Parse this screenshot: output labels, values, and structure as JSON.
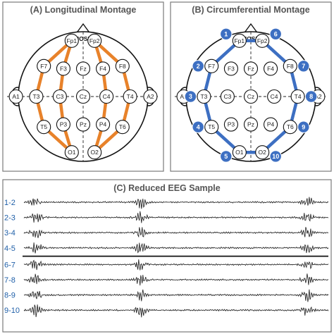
{
  "panels": {
    "a": {
      "title": "(A) Longitudinal Montage"
    },
    "b": {
      "title": "(B) Circumferential Montage"
    },
    "c": {
      "title": "(C) Reduced EEG Sample"
    }
  },
  "head": {
    "nose_label": "NOSE",
    "electrodes": [
      {
        "id": "Fp1",
        "label": "Fp1",
        "gx": -0.45,
        "gy": -2.2
      },
      {
        "id": "Fp2",
        "label": "Fp2",
        "gx": 0.45,
        "gy": -2.2
      },
      {
        "id": "F7",
        "label": "F7",
        "gx": -1.55,
        "gy": -1.2
      },
      {
        "id": "F3",
        "label": "F3",
        "gx": -0.78,
        "gy": -1.1
      },
      {
        "id": "Fz",
        "label": "Fz",
        "gx": 0,
        "gy": -1.1
      },
      {
        "id": "F4",
        "label": "F4",
        "gx": 0.78,
        "gy": -1.1
      },
      {
        "id": "F8",
        "label": "F8",
        "gx": 1.55,
        "gy": -1.2
      },
      {
        "id": "A1",
        "label": "A1",
        "gx": -2.65,
        "gy": 0
      },
      {
        "id": "T3",
        "label": "T3",
        "gx": -1.85,
        "gy": 0
      },
      {
        "id": "C3",
        "label": "C3",
        "gx": -0.92,
        "gy": 0
      },
      {
        "id": "Cz",
        "label": "Cz",
        "gx": 0,
        "gy": 0
      },
      {
        "id": "C4",
        "label": "C4",
        "gx": 0.92,
        "gy": 0
      },
      {
        "id": "T4",
        "label": "T4",
        "gx": 1.85,
        "gy": 0
      },
      {
        "id": "A2",
        "label": "A2",
        "gx": 2.65,
        "gy": 0
      },
      {
        "id": "T5",
        "label": "T5",
        "gx": -1.55,
        "gy": 1.2
      },
      {
        "id": "P3",
        "label": "P3",
        "gx": -0.78,
        "gy": 1.1
      },
      {
        "id": "Pz",
        "label": "Pz",
        "gx": 0,
        "gy": 1.1
      },
      {
        "id": "P4",
        "label": "P4",
        "gx": 0.78,
        "gy": 1.1
      },
      {
        "id": "T6",
        "label": "T6",
        "gx": 1.55,
        "gy": 1.2
      },
      {
        "id": "O1",
        "label": "O1",
        "gx": -0.45,
        "gy": 2.2
      },
      {
        "id": "O2",
        "label": "O2",
        "gx": 0.45,
        "gy": 2.2
      }
    ]
  },
  "longitudinal_chains": [
    [
      "Fp1",
      "F7",
      "T3",
      "T5",
      "O1"
    ],
    [
      "Fp1",
      "F3",
      "C3",
      "P3",
      "O1"
    ],
    [
      "Fp2",
      "F4",
      "C4",
      "P4",
      "O2"
    ],
    [
      "Fp2",
      "F8",
      "T4",
      "T6",
      "O2"
    ]
  ],
  "circumferential": {
    "path": [
      "Fp1",
      "F7",
      "T3",
      "T5",
      "O1",
      "O2",
      "T6",
      "T4",
      "F8",
      "Fp2",
      "Fp1"
    ],
    "badges": [
      {
        "label": "1",
        "electrode": "Fp1",
        "dx": -1,
        "dy": -0.5
      },
      {
        "label": "2",
        "electrode": "F7",
        "dx": -1,
        "dy": 0
      },
      {
        "label": "3",
        "electrode": "T3",
        "dx": -1,
        "dy": 0
      },
      {
        "label": "4",
        "electrode": "T5",
        "dx": -1,
        "dy": 0
      },
      {
        "label": "5",
        "electrode": "O1",
        "dx": -1,
        "dy": 0.3
      },
      {
        "label": "6",
        "electrode": "Fp2",
        "dx": 1,
        "dy": -0.5
      },
      {
        "label": "7",
        "electrode": "F8",
        "dx": 1,
        "dy": 0
      },
      {
        "label": "8",
        "electrode": "T4",
        "dx": 1,
        "dy": 0
      },
      {
        "label": "9",
        "electrode": "T6",
        "dx": 1,
        "dy": 0
      },
      {
        "label": "10",
        "electrode": "O2",
        "dx": 1,
        "dy": 0.3
      }
    ]
  },
  "eeg": {
    "channels": [
      "1-2",
      "2-3",
      "3-4",
      "4-5",
      "6-7",
      "7-8",
      "8-9",
      "9-10"
    ],
    "burst_positions": [
      0.04,
      0.385,
      0.93
    ]
  },
  "colors": {
    "orange": "#e8822a",
    "blue": "#3d6fc2",
    "label_blue": "#1f5fa8",
    "panel_border": "#7a7a7a",
    "trace": "#1a1a1a"
  }
}
